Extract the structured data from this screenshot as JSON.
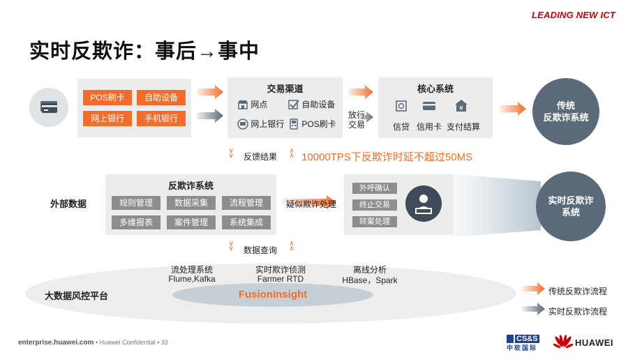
{
  "brand": "LEADING NEW ICT",
  "title": "实时反欺诈：事后→事中",
  "channels": {
    "buttons": [
      "POS刷卡",
      "自助设备",
      "网上银行",
      "手机银行"
    ]
  },
  "trade_channel": {
    "title": "交易渠道",
    "items": [
      "网点",
      "自助设备",
      "网上银行",
      "POS刷卡"
    ]
  },
  "release_label": "放行\n交易",
  "core_system": {
    "title": "核心系统",
    "items": [
      "信贷",
      "信用卡",
      "支付结算"
    ]
  },
  "traditional_circle": "传统\n反欺诈系统",
  "feedback": {
    "label": "反馈结果",
    "highlight": "10000TPS下反欺诈时延不超过50MS"
  },
  "external_data": "外部数据",
  "antifraud": {
    "title": "反欺诈系统",
    "items": [
      "规则管理",
      "数据采集",
      "流程管理",
      "多维报表",
      "案件管理",
      "系统集成"
    ]
  },
  "suspected_label": "疑似欺诈处理",
  "handling": {
    "items": [
      "外呼确认",
      "终止交易",
      "转案处理"
    ]
  },
  "realtime_circle": "实时反欺诈\n系统",
  "data_query": "数据查询",
  "bigdata": {
    "label": "大数据风控平台",
    "core": "FusionInsight",
    "components": [
      {
        "name": "流处理系统",
        "tech": "Flume,Kafka"
      },
      {
        "name": "实时欺诈侦测",
        "tech": "Farmer RTD"
      },
      {
        "name": "离线分析",
        "tech": "HBase，Spark"
      }
    ]
  },
  "legend": {
    "traditional": "传统反欺诈流程",
    "realtime": "实时反欺诈流程"
  },
  "footer": {
    "site": "enterprise.huawei.com",
    "confidential": "Huawei Confidential",
    "page": "33"
  },
  "logos": {
    "cs": "CS&S",
    "cs_sub": "中软国际",
    "huawei": "HUAWEI"
  },
  "colors": {
    "orange": "#f26d2b",
    "gray_btn": "#8d8d8d",
    "circle": "#5b6a78",
    "panel": "#ececec",
    "huawei_red": "#c7000b"
  }
}
